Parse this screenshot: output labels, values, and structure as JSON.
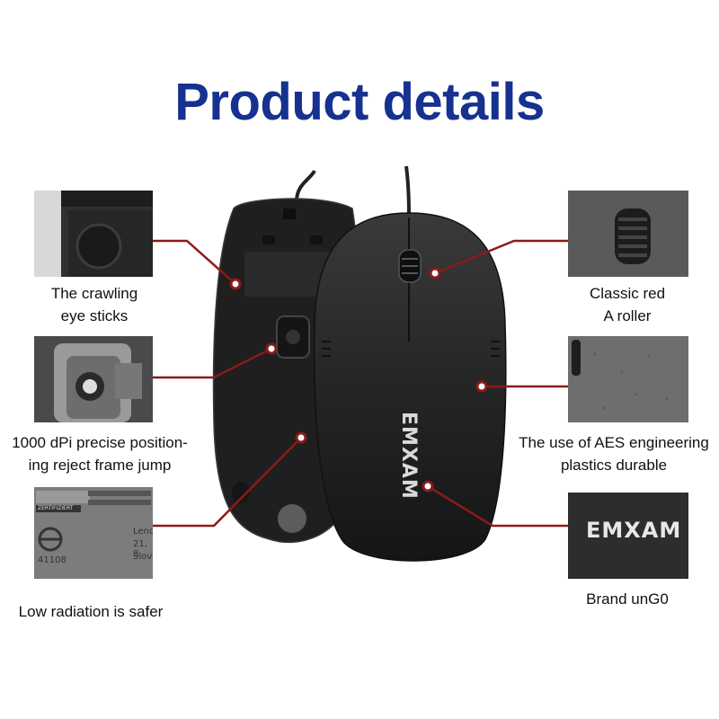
{
  "title": "Product details",
  "features": [
    {
      "lines": [
        "The crawling",
        "eye sticks"
      ]
    },
    {
      "lines": [
        "1000 dPi precise position-",
        "ing reject frame jump"
      ]
    },
    {
      "lines": [
        "Low radiation is safer"
      ]
    },
    {
      "lines": [
        "Classic red",
        "A roller"
      ]
    },
    {
      "lines": [
        "The use of AES engineering",
        "plastics durable"
      ]
    },
    {
      "lines": [
        "Brand unG0"
      ]
    }
  ],
  "brand": "EMXAM",
  "label_fragments": [
    "Leno",
    "21, 8",
    "Slova",
    "41108",
    "ZERTIFIZIERT"
  ],
  "colors": {
    "title": "#16318f",
    "callout": "#8b1a1a",
    "mouse_body": "#2b2b2b"
  }
}
